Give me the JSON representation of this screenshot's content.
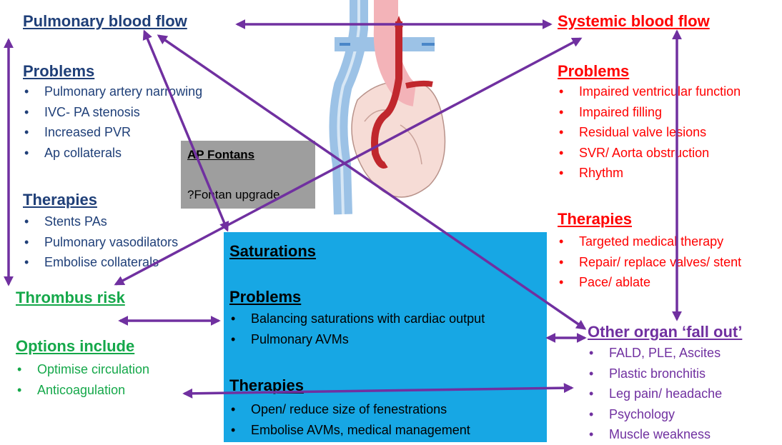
{
  "pulmonary": {
    "title": "Pulmonary blood flow",
    "problems_title": "Problems",
    "problems": [
      "Pulmonary artery narrowing",
      "IVC- PA stenosis",
      "Increased PVR",
      "Ap collaterals"
    ],
    "therapies_title": "Therapies",
    "therapies": [
      "Stents PAs",
      "Pulmonary vasodilators",
      "Embolise collaterals"
    ]
  },
  "systemic": {
    "title": "Systemic blood flow",
    "problems_title": "Problems",
    "problems": [
      "Impaired ventricular function",
      "Impaired filling",
      "Residual valve lesions",
      "SVR/ Aorta obstruction",
      "Rhythm"
    ],
    "therapies_title": "Therapies",
    "therapies": [
      "Targeted medical therapy",
      "Repair/ replace valves/ stent",
      "Pace/ ablate"
    ]
  },
  "ap_fontans": {
    "title": "AP Fontans",
    "text": "?Fontan upgrade"
  },
  "saturations": {
    "title": "Saturations",
    "problems_title": "Problems",
    "problems": [
      "Balancing saturations with cardiac output",
      "Pulmonary AVMs"
    ],
    "therapies_title": "Therapies",
    "therapies": [
      "Open/ reduce size of fenestrations",
      "Embolise AVMs, medical management"
    ]
  },
  "thrombus": {
    "title": "Thrombus risk",
    "options_title": "Options include",
    "options": [
      "Optimise circulation",
      "Anticoagulation"
    ]
  },
  "other_organ": {
    "title": "Other organ ‘fall out’",
    "items": [
      "FALD, PLE, Ascites",
      "Plastic bronchitis",
      "Leg pain/ headache",
      "Psychology",
      "Muscle weakness"
    ]
  },
  "colors": {
    "pulmonary": "#1f3f78",
    "systemic": "#ff0000",
    "thrombus": "#15a84a",
    "other_organ": "#7030a0",
    "saturations_box": "#17a7e4",
    "ap_box": "#9e9e9e",
    "arrow": "#7030a0"
  }
}
